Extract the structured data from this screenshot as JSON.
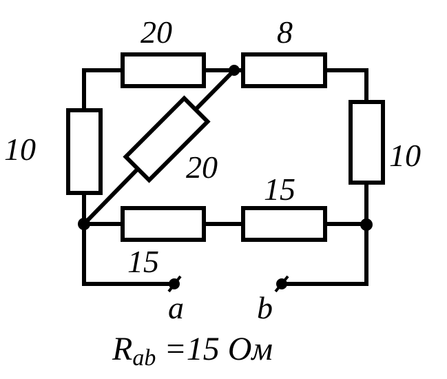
{
  "circuit": {
    "resistors": {
      "top_left": "20",
      "top_right": "8",
      "left": "10",
      "right": "10",
      "diagonal": "20",
      "bottom_left": "15",
      "bottom_right": "15"
    },
    "terminals": {
      "a": "a",
      "b": "b"
    },
    "result": {
      "symbol": "R",
      "subscript": "ab",
      "value": " =15 Ом"
    }
  }
}
